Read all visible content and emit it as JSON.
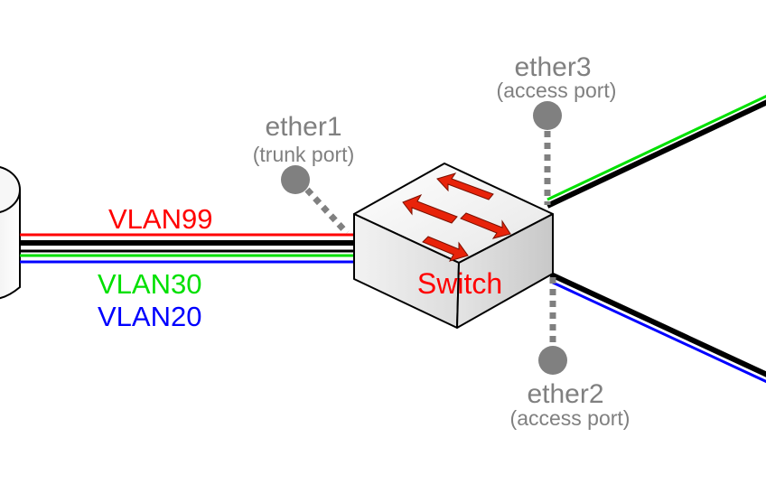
{
  "labels": {
    "vlan99": "VLAN99",
    "vlan30": "VLAN30",
    "vlan20": "VLAN20",
    "switch": "Switch",
    "ether1_name": "ether1",
    "ether1_role": "(trunk port)",
    "ether3_name": "ether3",
    "ether3_role": "(access port)",
    "ether2_name": "ether2",
    "ether2_role": "(access port)"
  },
  "colors": {
    "vlan99": "#ff0000",
    "vlan30": "#00e000",
    "vlan20": "#0000ff",
    "port_label": "#808080",
    "switch_label": "#ff0000",
    "arrow": "#e8230a"
  },
  "icons": {
    "router": "router-cylinder-icon",
    "switch": "switch-box-icon",
    "port": "port-marker-icon"
  }
}
